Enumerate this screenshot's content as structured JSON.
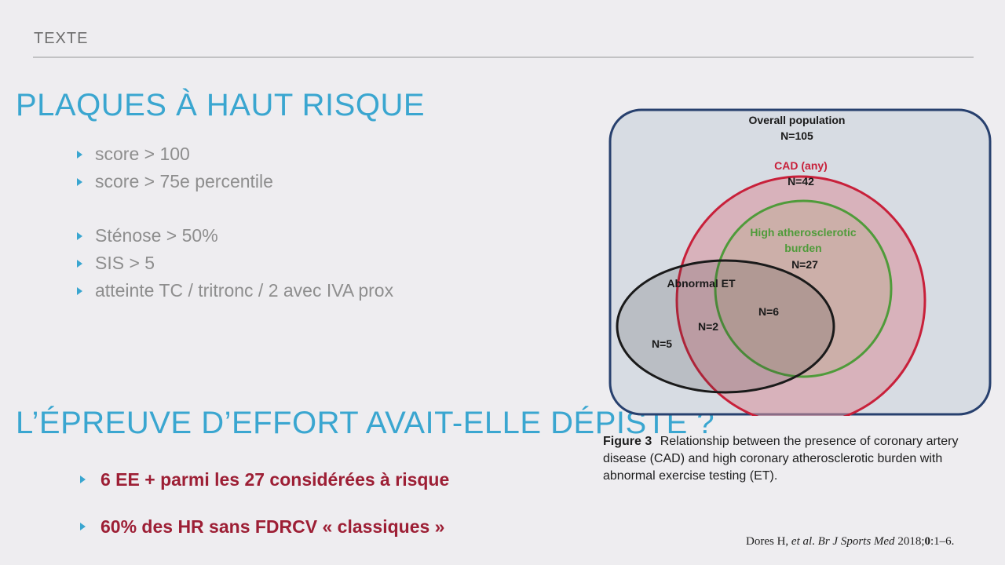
{
  "header": {
    "section_label": "TEXTE"
  },
  "slide": {
    "title_1": "PLAQUES À HAUT RISQUE",
    "bullets_1": [
      "score > 100",
      "score > 75e percentile",
      "Sténose > 50%",
      "SIS > 5",
      "atteinte TC / tritronc / 2 avec IVA prox"
    ],
    "title_2": "L’ÉPREUVE D’EFFORT AVAIT-ELLE DÉPISTÉ ?",
    "bullets_2": [
      "6 EE + parmi les 27 considérées à risque",
      "60% des HR sans FDRCV « classiques »"
    ]
  },
  "figure": {
    "overall_label": "Overall population",
    "overall_n": "N=105",
    "cad_label": "CAD (any)",
    "cad_n": "N=42",
    "high_label_1": "High atherosclerotic",
    "high_label_2": "burden",
    "high_n": "N=27",
    "et_label": "Abnormal ET",
    "overlap_n": "N=6",
    "cad_et_n": "N=2",
    "et_only_n": "N=5",
    "caption_label": "Figure 3",
    "caption_text": "Relationship between the presence of coronary artery disease (CAD) and high coronary atherosclerotic burden with abnormal exercise testing (ET).",
    "colors": {
      "overall_border": "#27406e",
      "overall_fill": "#d7dce3",
      "cad": "#c8203a",
      "high": "#4f9b3a",
      "et": "#1a1a1a"
    }
  },
  "citation": {
    "authors": "Dores H, ",
    "etal": "et al",
    "dot": ". ",
    "journal": "Br J Sports Med",
    "year": " 2018;",
    "vol": "0",
    "pages": ":1–6."
  }
}
